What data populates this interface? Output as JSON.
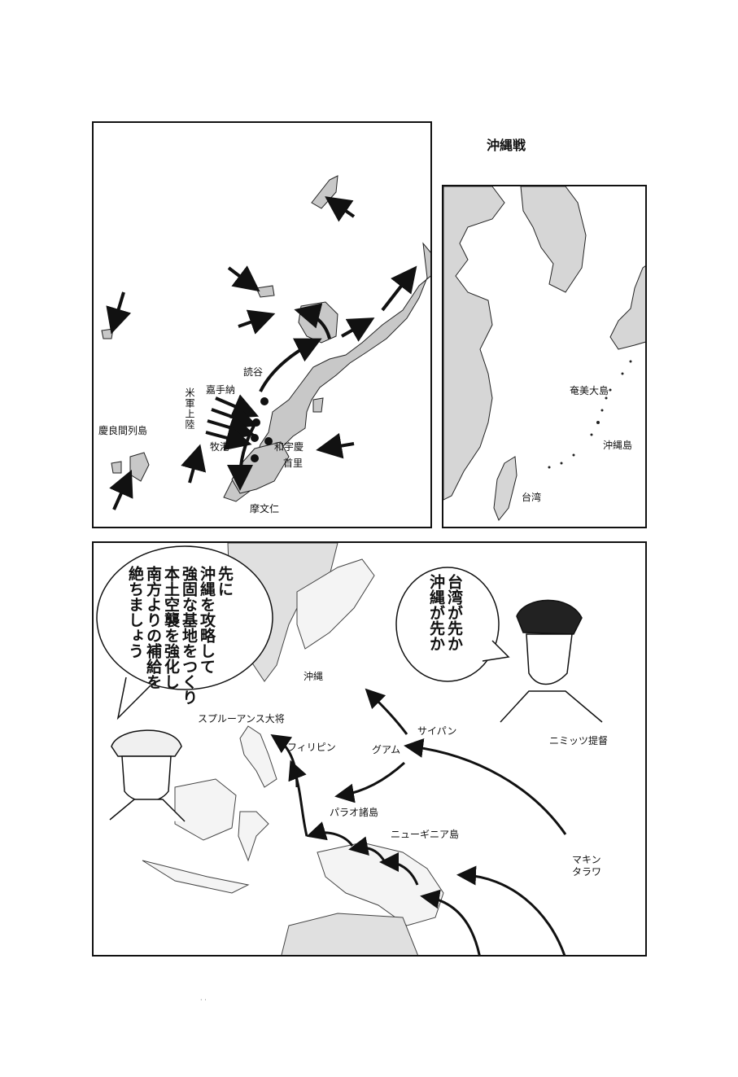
{
  "page_title": "沖縄戦",
  "okinawa_map": {
    "labels": {
      "yomitan": "読谷",
      "kadena": "嘉手納",
      "landing": "米軍上陸",
      "kerama": "慶良間列島",
      "makiminato": "牧港",
      "wauke": "和宇慶",
      "shuri": "首里",
      "mabuni": "摩文仁"
    }
  },
  "region_map": {
    "labels": {
      "amami": "奄美大島",
      "okinawa_island": "沖縄島",
      "taiwan": "台湾"
    }
  },
  "pacific_map": {
    "labels": {
      "okinawa": "沖縄",
      "saipan": "サイパン",
      "guam": "グアム",
      "philippines": "フィリピン",
      "palau": "パラオ諸島",
      "new_guinea": "ニューギニア島",
      "makin_tarawa": "マキン\nタラワ",
      "spruance": "スプルーアンス大将",
      "nimitz": "ニミッツ提督"
    },
    "spruance_speech": "先に\n沖縄を攻略して\n強固な基地をつくり\n本土空襲を強化し\n南方よりの補給を\n絶ちましょう",
    "nimitz_speech": "台湾が先か\n沖縄が先か"
  },
  "footer_marks": "·  ·"
}
